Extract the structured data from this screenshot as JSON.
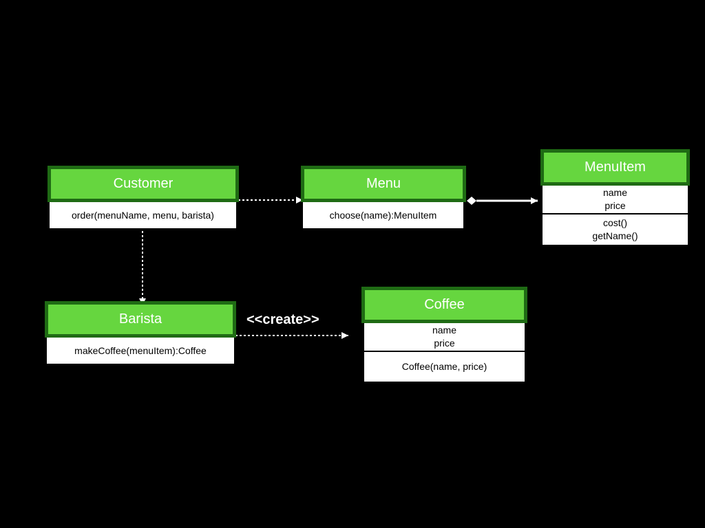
{
  "classes": {
    "customer": {
      "name": "Customer",
      "methods": [
        "order(menuName, menu, barista)"
      ]
    },
    "menu": {
      "name": "Menu",
      "methods": [
        "choose(name):MenuItem"
      ]
    },
    "menuitem": {
      "name": "MenuItem",
      "fields": [
        "name",
        "price"
      ],
      "methods": [
        "cost()",
        "getName()"
      ]
    },
    "barista": {
      "name": "Barista",
      "methods": [
        "makeCoffee(menuItem):Coffee"
      ]
    },
    "coffee": {
      "name": "Coffee",
      "fields": [
        "name",
        "price"
      ],
      "methods": [
        "Coffee(name, price)"
      ]
    }
  },
  "relations": {
    "create_label": "<<create>>"
  },
  "colors": {
    "header_fill": "#66d63f",
    "header_border": "#1f6b14",
    "background": "#000000"
  }
}
